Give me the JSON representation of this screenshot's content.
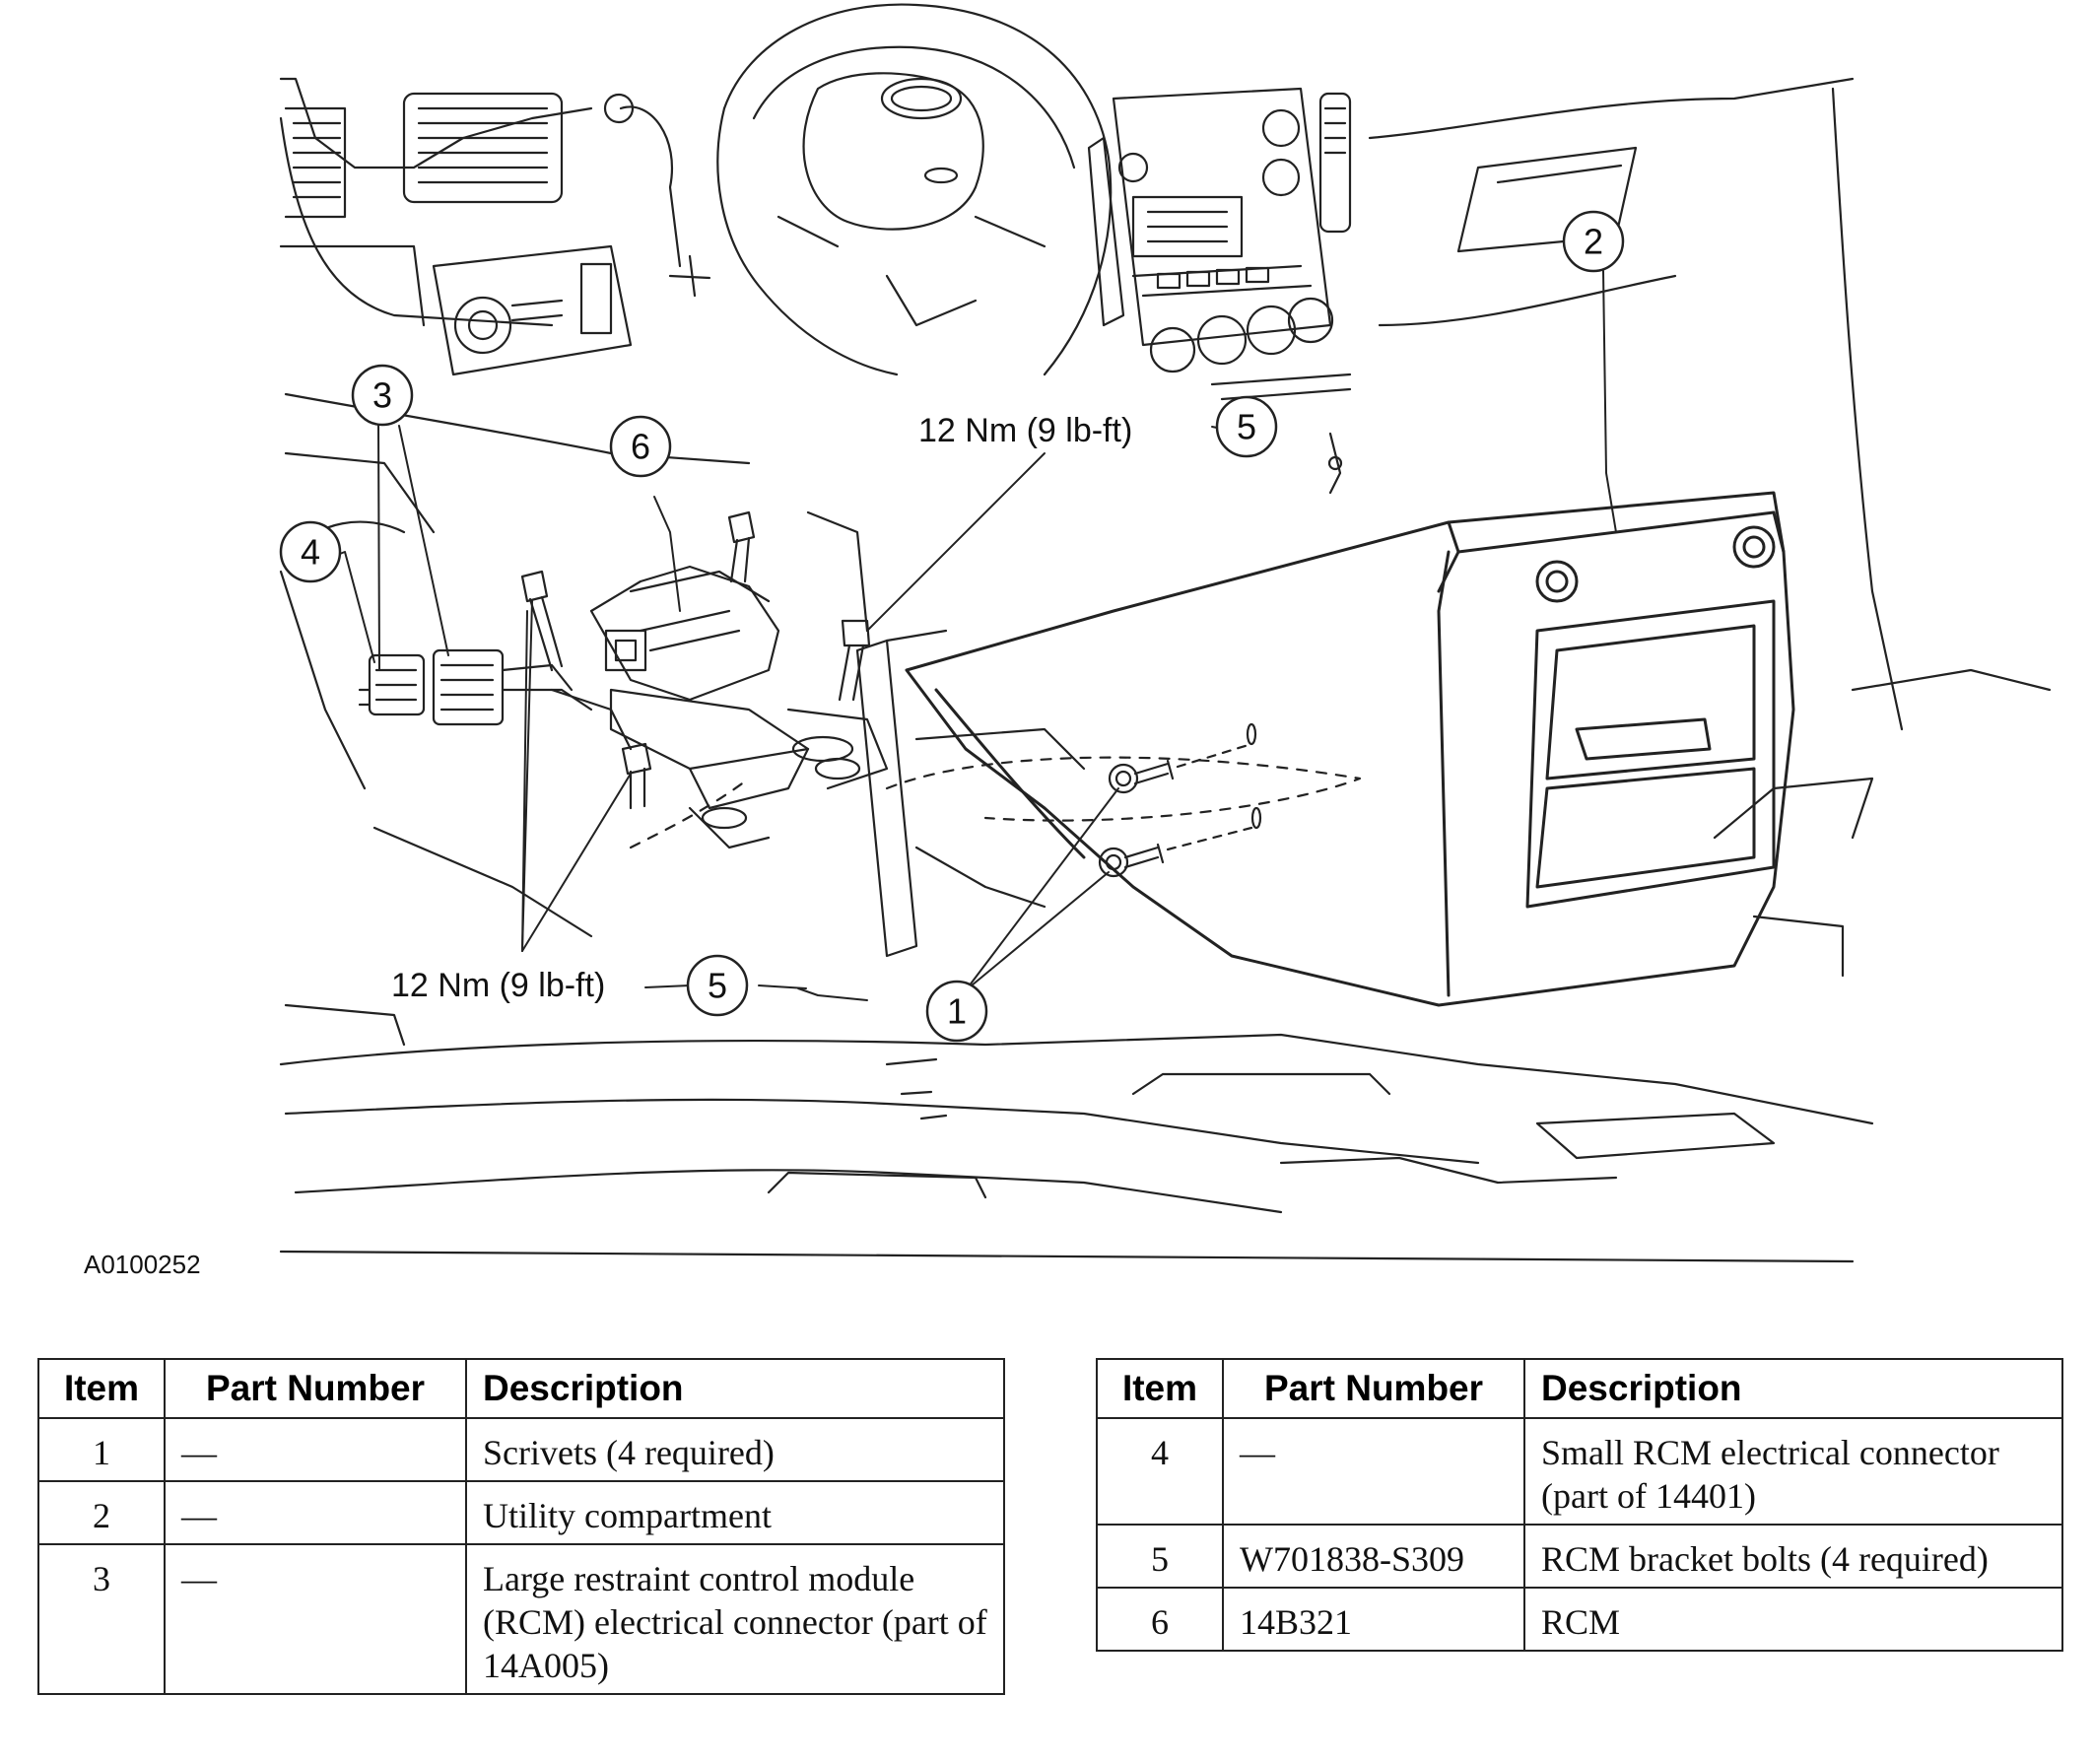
{
  "figure": {
    "id_label": "A0100252",
    "callouts": {
      "c1": "1",
      "c2": "2",
      "c3": "3",
      "c4": "4",
      "c5_top": "5",
      "c5_bottom": "5",
      "c6": "6"
    },
    "torque_top": "12 Nm (9 lb-ft)",
    "torque_bottom": "12 Nm (9 lb-ft)"
  },
  "tables": {
    "left": {
      "headers": [
        "Item",
        "Part Number",
        "Description"
      ],
      "rows": [
        {
          "item": "1",
          "part": "—",
          "desc": "Scrivets (4 required)"
        },
        {
          "item": "2",
          "part": "—",
          "desc": "Utility compartment"
        },
        {
          "item": "3",
          "part": "—",
          "desc": "Large restraint control module (RCM) electrical connector (part of 14A005)"
        }
      ]
    },
    "right": {
      "headers": [
        "Item",
        "Part Number",
        "Description"
      ],
      "rows": [
        {
          "item": "4",
          "part": "—",
          "desc": "Small RCM electrical connector (part of 14401)"
        },
        {
          "item": "5",
          "part": "W701838-S309",
          "desc": "RCM bracket bolts (4 required)"
        },
        {
          "item": "6",
          "part": "14B321",
          "desc": "RCM"
        }
      ]
    }
  }
}
